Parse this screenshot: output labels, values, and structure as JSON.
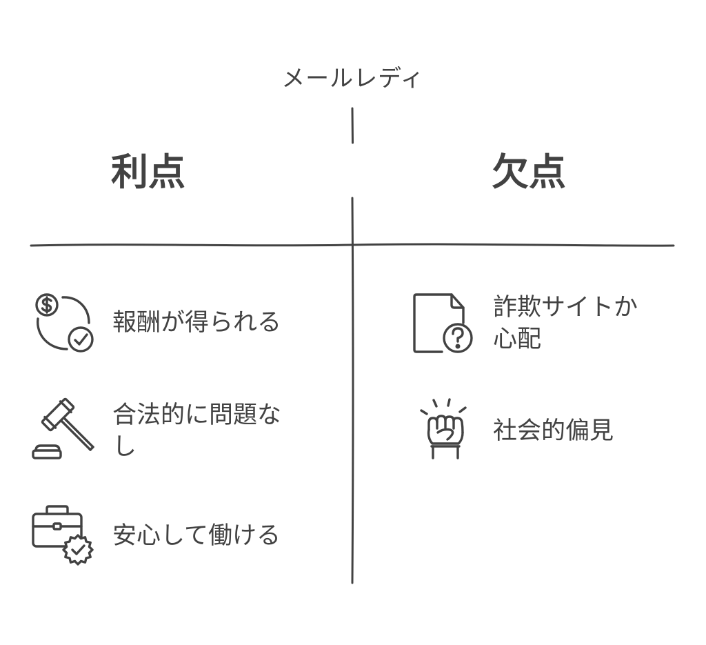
{
  "title": "メールレディ",
  "columns": {
    "pros": {
      "heading": "利点",
      "items": [
        {
          "text": "報酬が得られる",
          "icon": "money-cycle-icon"
        },
        {
          "text": "合法的に問題なし",
          "icon": "gavel-icon"
        },
        {
          "text": "安心して働ける",
          "icon": "briefcase-badge-icon"
        }
      ]
    },
    "cons": {
      "heading": "欠点",
      "items": [
        {
          "text": "詐欺サイトか心配",
          "icon": "document-question-icon"
        },
        {
          "text": "社会的偏見",
          "icon": "raised-fist-icon"
        }
      ]
    }
  },
  "colors": {
    "ink": "#424242",
    "background": "#ffffff"
  }
}
